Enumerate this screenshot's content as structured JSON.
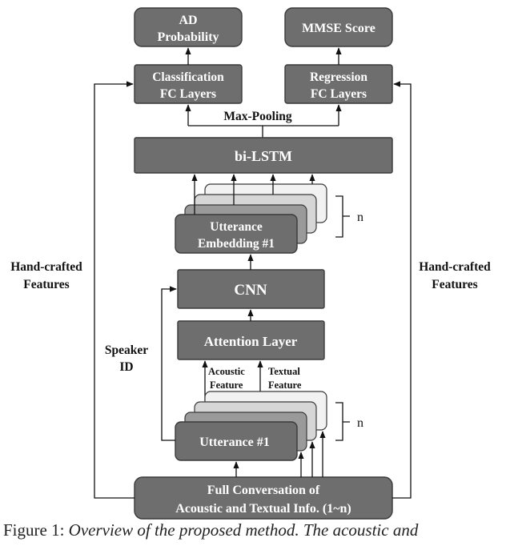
{
  "nodes": {
    "ad_probability": [
      "AD",
      "Probability"
    ],
    "mmse_score": "MMSE Score",
    "classification_fc": [
      "Classification",
      "FC Layers"
    ],
    "regression_fc": [
      "Regression",
      "FC Layers"
    ],
    "max_pooling": "Max-Pooling",
    "bilstm": "bi-LSTM",
    "utterance_embedding": [
      "Utterance",
      "Embedding #1"
    ],
    "cnn": "CNN",
    "attention_layer": "Attention Layer",
    "utterance": "Utterance #1",
    "full_conversation": [
      "Full Conversation  of",
      "Acoustic and Textual Info. (1~n)"
    ]
  },
  "labels": {
    "hand_crafted_left": [
      "Hand-crafted",
      "Features"
    ],
    "hand_crafted_right": [
      "Hand-crafted",
      "Features"
    ],
    "speaker_id": [
      "Speaker",
      "ID"
    ],
    "acoustic_feature": [
      "Acoustic",
      "Feature"
    ],
    "textual_feature": [
      "Textual",
      "Feature"
    ],
    "n_upper": "n",
    "n_lower": "n"
  },
  "caption": {
    "prefix": "Figure 1:",
    "text": "Overview of the proposed method. The acoustic and"
  }
}
